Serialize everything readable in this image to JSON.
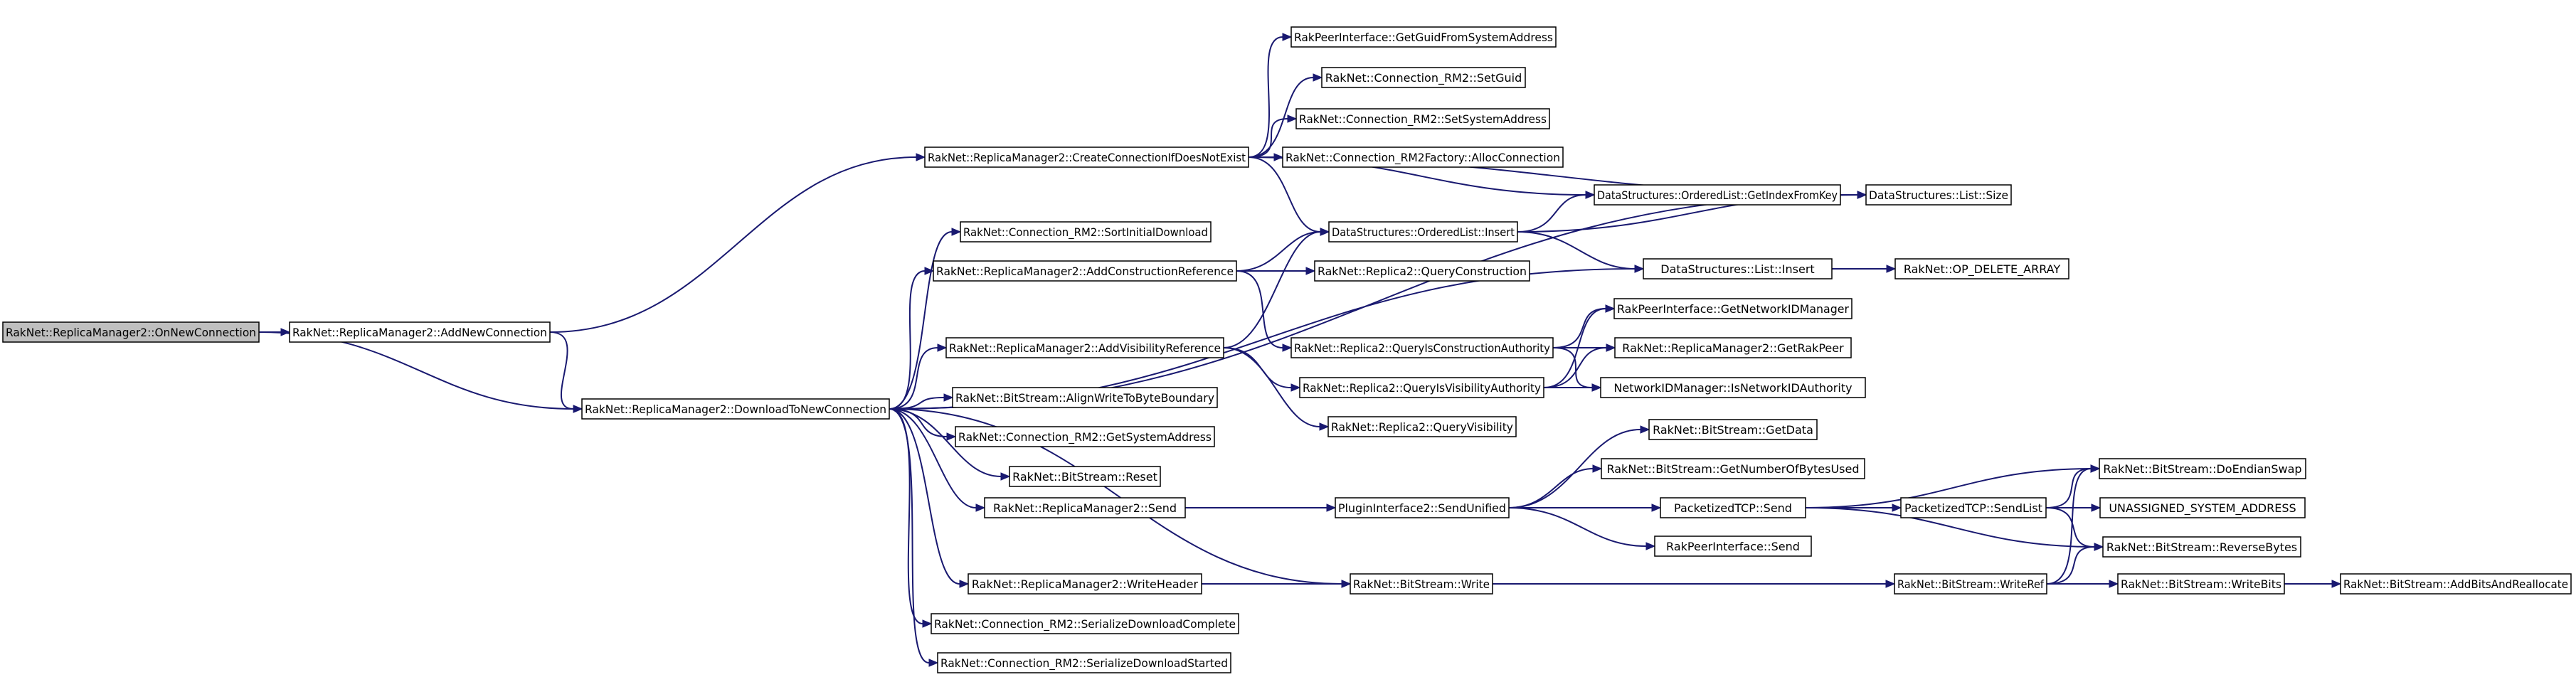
{
  "nodes": [
    {
      "id": "onnew",
      "label": "RakNet::ReplicaManager2::OnNewConnection",
      "root": true
    },
    {
      "id": "addnew",
      "label": "RakNet::ReplicaManager2::AddNewConnection"
    },
    {
      "id": "dl",
      "label": "RakNet::ReplicaManager2::DownloadToNewConnection"
    },
    {
      "id": "create",
      "label": "RakNet::ReplicaManager2::CreateConnectionIfDoesNotExist"
    },
    {
      "id": "getguid",
      "label": "RakPeerInterface::GetGuidFromSystemAddress"
    },
    {
      "id": "setguid",
      "label": "RakNet::Connection_RM2::SetGuid"
    },
    {
      "id": "setsys",
      "label": "RakNet::Connection_RM2::SetSystemAddress"
    },
    {
      "id": "alloc",
      "label": "RakNet::Connection_RM2Factory::AllocConnection"
    },
    {
      "id": "olinsert",
      "label": "DataStructures::OrderedList::Insert"
    },
    {
      "id": "getidx",
      "label": "DataStructures::OrderedList::GetIndexFromKey"
    },
    {
      "id": "lsize",
      "label": "DataStructures::List::Size"
    },
    {
      "id": "linsert",
      "label": "DataStructures::List::Insert"
    },
    {
      "id": "opdel",
      "label": "RakNet::OP_DELETE_ARRAY"
    },
    {
      "id": "sortinit",
      "label": "RakNet::Connection_RM2::SortInitialDownload"
    },
    {
      "id": "addconstr",
      "label": "RakNet::ReplicaManager2::AddConstructionReference"
    },
    {
      "id": "qconstr",
      "label": "RakNet::Replica2::QueryConstruction"
    },
    {
      "id": "addvis",
      "label": "RakNet::ReplicaManager2::AddVisibilityReference"
    },
    {
      "id": "qica",
      "label": "RakNet::Replica2::QueryIsConstructionAuthority"
    },
    {
      "id": "getnidm",
      "label": "RakPeerInterface::GetNetworkIDManager"
    },
    {
      "id": "getrakpeer",
      "label": "RakNet::ReplicaManager2::GetRakPeer"
    },
    {
      "id": "qiva",
      "label": "RakNet::Replica2::QueryIsVisibilityAuthority"
    },
    {
      "id": "isnida",
      "label": "NetworkIDManager::IsNetworkIDAuthority"
    },
    {
      "id": "align",
      "label": "RakNet::BitStream::AlignWriteToByteBoundary"
    },
    {
      "id": "qvis",
      "label": "RakNet::Replica2::QueryVisibility"
    },
    {
      "id": "getsysaddr",
      "label": "RakNet::Connection_RM2::GetSystemAddress"
    },
    {
      "id": "getdata",
      "label": "RakNet::BitStream::GetData"
    },
    {
      "id": "reset",
      "label": "RakNet::BitStream::Reset"
    },
    {
      "id": "getnbytes",
      "label": "RakNet::BitStream::GetNumberOfBytesUsed"
    },
    {
      "id": "rmsend",
      "label": "RakNet::ReplicaManager2::Send"
    },
    {
      "id": "sendunified",
      "label": "PluginInterface2::SendUnified"
    },
    {
      "id": "ptcpsend",
      "label": "PacketizedTCP::Send"
    },
    {
      "id": "ptcpsendlist",
      "label": "PacketizedTCP::SendList"
    },
    {
      "id": "endian",
      "label": "RakNet::BitStream::DoEndianSwap"
    },
    {
      "id": "unassigned",
      "label": "UNASSIGNED_SYSTEM_ADDRESS"
    },
    {
      "id": "rpisend",
      "label": "RakPeerInterface::Send"
    },
    {
      "id": "revbytes",
      "label": "RakNet::BitStream::ReverseBytes"
    },
    {
      "id": "writehdr",
      "label": "RakNet::ReplicaManager2::WriteHeader"
    },
    {
      "id": "bswrite",
      "label": "RakNet::BitStream::Write"
    },
    {
      "id": "writeref",
      "label": "RakNet::BitStream::WriteRef"
    },
    {
      "id": "writebits",
      "label": "RakNet::BitStream::WriteBits"
    },
    {
      "id": "addbits",
      "label": "RakNet::BitStream::AddBitsAndReallocate"
    },
    {
      "id": "sdlcomplete",
      "label": "RakNet::Connection_RM2::SerializeDownloadComplete"
    },
    {
      "id": "sdlstarted",
      "label": "RakNet::Connection_RM2::SerializeDownloadStarted"
    }
  ],
  "edges": [
    [
      "onnew",
      "addnew"
    ],
    [
      "onnew",
      "dl"
    ],
    [
      "addnew",
      "create"
    ],
    [
      "addnew",
      "dl"
    ],
    [
      "create",
      "getguid"
    ],
    [
      "create",
      "setguid"
    ],
    [
      "create",
      "setsys"
    ],
    [
      "create",
      "alloc"
    ],
    [
      "create",
      "olinsert"
    ],
    [
      "create",
      "getidx"
    ],
    [
      "create",
      "lsize"
    ],
    [
      "olinsert",
      "getidx"
    ],
    [
      "olinsert",
      "lsize"
    ],
    [
      "olinsert",
      "linsert"
    ],
    [
      "getidx",
      "lsize"
    ],
    [
      "linsert",
      "opdel"
    ],
    [
      "dl",
      "lsize"
    ],
    [
      "dl",
      "linsert"
    ],
    [
      "dl",
      "sortinit"
    ],
    [
      "dl",
      "addconstr"
    ],
    [
      "dl",
      "addvis"
    ],
    [
      "dl",
      "align"
    ],
    [
      "dl",
      "getsysaddr"
    ],
    [
      "dl",
      "reset"
    ],
    [
      "dl",
      "rmsend"
    ],
    [
      "dl",
      "bswrite"
    ],
    [
      "dl",
      "writehdr"
    ],
    [
      "dl",
      "sdlcomplete"
    ],
    [
      "dl",
      "sdlstarted"
    ],
    [
      "addconstr",
      "olinsert"
    ],
    [
      "addconstr",
      "qconstr"
    ],
    [
      "addconstr",
      "qica"
    ],
    [
      "addvis",
      "olinsert"
    ],
    [
      "addvis",
      "qiva"
    ],
    [
      "addvis",
      "qvis"
    ],
    [
      "qica",
      "getnidm"
    ],
    [
      "qica",
      "getrakpeer"
    ],
    [
      "qica",
      "isnida"
    ],
    [
      "qiva",
      "getnidm"
    ],
    [
      "qiva",
      "getrakpeer"
    ],
    [
      "qiva",
      "isnida"
    ],
    [
      "rmsend",
      "sendunified"
    ],
    [
      "sendunified",
      "getdata"
    ],
    [
      "sendunified",
      "getnbytes"
    ],
    [
      "sendunified",
      "ptcpsend"
    ],
    [
      "sendunified",
      "rpisend"
    ],
    [
      "ptcpsend",
      "ptcpsendlist"
    ],
    [
      "ptcpsend",
      "endian"
    ],
    [
      "ptcpsend",
      "revbytes"
    ],
    [
      "ptcpsendlist",
      "endian"
    ],
    [
      "ptcpsendlist",
      "unassigned"
    ],
    [
      "ptcpsendlist",
      "revbytes"
    ],
    [
      "writehdr",
      "bswrite"
    ],
    [
      "bswrite",
      "writeref"
    ],
    [
      "writeref",
      "endian"
    ],
    [
      "writeref",
      "revbytes"
    ],
    [
      "writeref",
      "writebits"
    ],
    [
      "writebits",
      "addbits"
    ]
  ]
}
